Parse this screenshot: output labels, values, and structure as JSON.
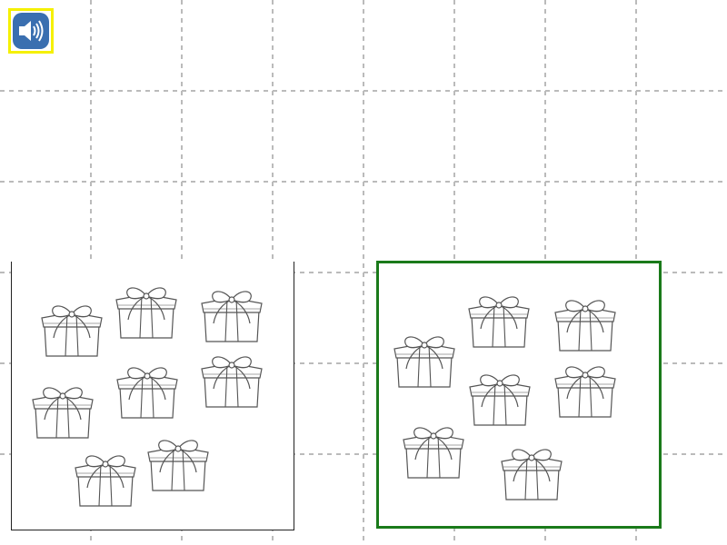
{
  "toolbar": {
    "speaker_button_icon": "speaker-icon",
    "highlight_color": "#f5f000",
    "button_color": "#3a6fb0"
  },
  "grid": {
    "line_color": "#bbbbbb",
    "style": "dashed"
  },
  "answer_options": [
    {
      "id": "left",
      "item_icon": "gift-box-icon",
      "item_count": 8,
      "selected": false
    },
    {
      "id": "right",
      "item_icon": "gift-box-icon",
      "item_count": 7,
      "selected": true,
      "border_color": "#1a7a1a"
    }
  ]
}
